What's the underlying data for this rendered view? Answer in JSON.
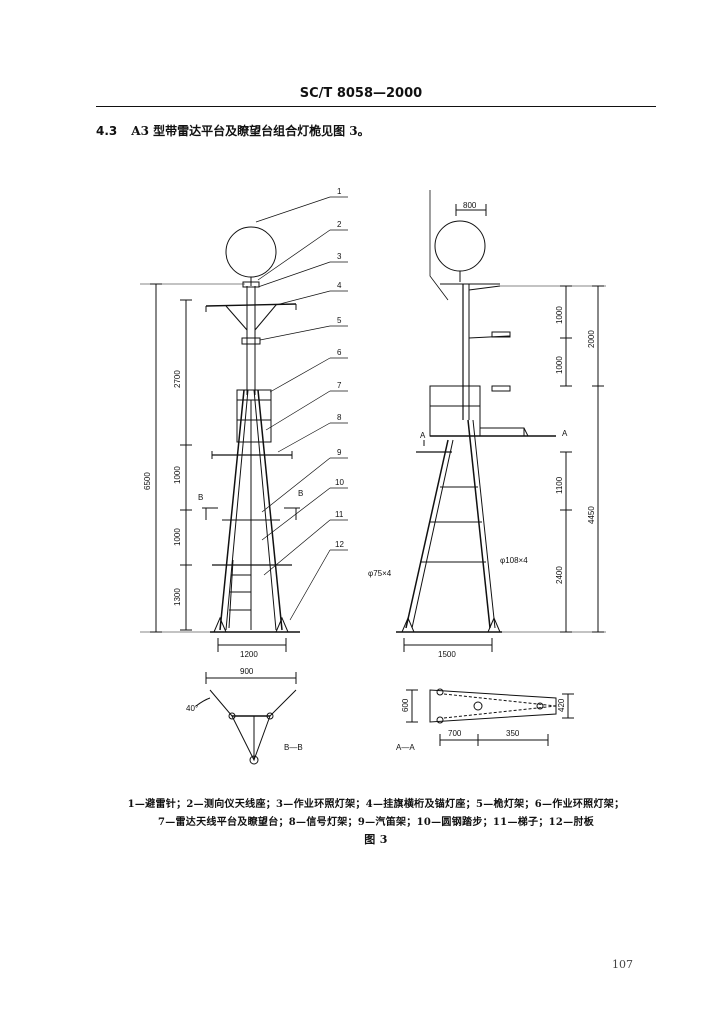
{
  "header": {
    "code": "SC/T 8058—2000"
  },
  "section": {
    "number": "4.3",
    "text": "A3 型带雷达平台及瞭望台组合灯桅见图 3。"
  },
  "figure": {
    "callouts": [
      "1",
      "2",
      "3",
      "4",
      "5",
      "6",
      "7",
      "8",
      "9",
      "10",
      "11",
      "12"
    ],
    "front_dims": {
      "d2700": "2700",
      "d1000a": "1000",
      "d1000b": "1000",
      "d1300": "1300",
      "d6500": "6500",
      "d1200": "1200"
    },
    "side_dims": {
      "d800": "800",
      "d1000a": "1000",
      "d1000b": "1000",
      "d2000": "2000",
      "d1100": "1100",
      "d2400": "2400",
      "d4450": "4450",
      "d1500": "1500",
      "pipe_small": "φ75×4",
      "pipe_large": "φ108×4"
    },
    "section_marks": {
      "b": "B",
      "a": "A"
    },
    "plan_b": {
      "d900": "900",
      "angle": "40°",
      "label": "B—B"
    },
    "plan_a": {
      "d600": "600",
      "d420": "420",
      "d700": "700",
      "d350": "350",
      "label": "A—A"
    },
    "caption_line1": "1—避雷针；2—测向仪天线座；3—作业环照灯架；4—挂旗横桁及锚灯座；5—桅灯架；6—作业环照灯架；",
    "caption_line2": "7—雷达天线平台及瞭望台；8—信号灯架；9—汽笛架；10—圆钢踏步；11—梯子；12—肘板",
    "title": "图 3"
  },
  "page_number": "107"
}
